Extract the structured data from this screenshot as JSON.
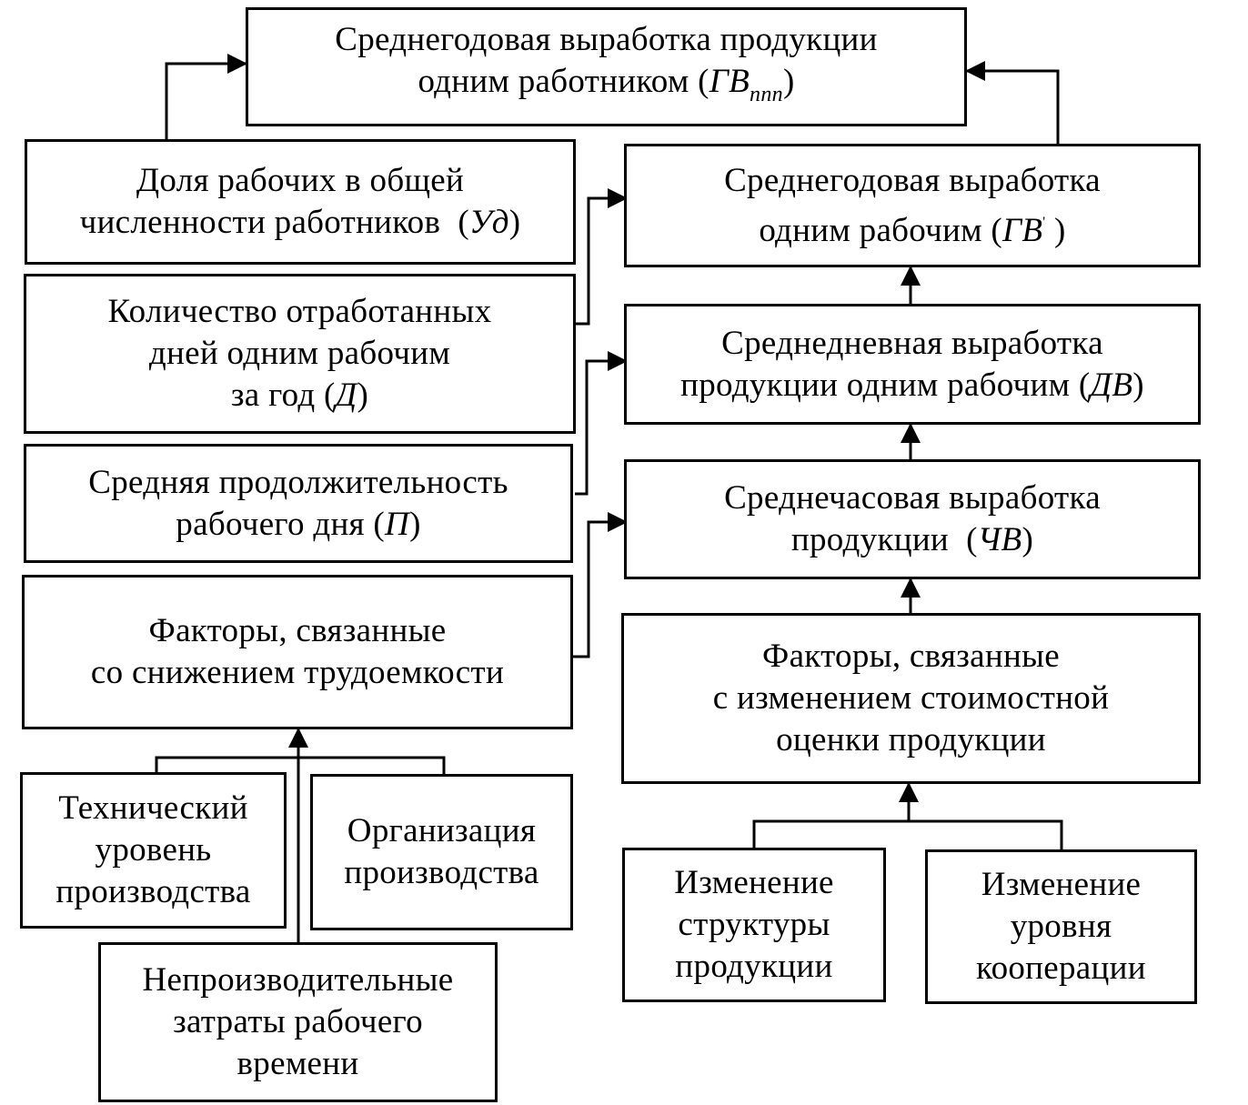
{
  "diagram": {
    "nodes": {
      "gv_ppp": {
        "lines": [
          "Среднегодовая выработка продукции",
          "одним работником"
        ],
        "symbol": "ГВ",
        "symbol_sub": "ппп"
      },
      "ud": {
        "lines": [
          "Доля рабочих в  общей",
          "численности работников"
        ],
        "symbol": "Уд"
      },
      "d": {
        "lines": [
          "Количество отработанных",
          "дней одним рабочим",
          "за год"
        ],
        "symbol": "Д"
      },
      "p": {
        "lines": [
          "Средняя продолжительность",
          "рабочего дня"
        ],
        "symbol": "П"
      },
      "labor_factors": {
        "lines": [
          "Факторы, связанные",
          "со  снижением трудоемкости"
        ]
      },
      "tech_level": {
        "lines": [
          "Технический",
          "уровень",
          "производства"
        ]
      },
      "org_production": {
        "lines": [
          "Организация",
          "производства"
        ]
      },
      "unproductive": {
        "lines": [
          "Непроизводительные",
          "затраты  рабочего",
          "времени"
        ]
      },
      "gv": {
        "lines": [
          "Среднегодовая выработка",
          "одним рабочим"
        ],
        "symbol": "ГВ",
        "symbol_sup": "'"
      },
      "dv": {
        "lines": [
          "Среднедневная выработка",
          "продукции  одним рабочим"
        ],
        "symbol": "ДВ"
      },
      "chv": {
        "lines": [
          "Среднечасовая выработка",
          "продукции"
        ],
        "symbol": "ЧВ"
      },
      "cost_factors": {
        "lines": [
          "Факторы, связанные",
          "с  изменением стоимостной",
          "оценки  продукции"
        ]
      },
      "structure_change": {
        "lines": [
          "Изменение",
          "структуры",
          "продукции"
        ]
      },
      "coop_change": {
        "lines": [
          "Изменение",
          "уровня",
          "кооперации"
        ]
      }
    },
    "edges": [
      {
        "from": "ud",
        "to": "gv_ppp"
      },
      {
        "from": "gv",
        "to": "gv_ppp"
      },
      {
        "from": "d",
        "to": "gv"
      },
      {
        "from": "dv",
        "to": "gv"
      },
      {
        "from": "p",
        "to": "dv"
      },
      {
        "from": "chv",
        "to": "dv"
      },
      {
        "from": "labor_factors",
        "to": "chv"
      },
      {
        "from": "cost_factors",
        "to": "chv"
      },
      {
        "from": "tech_level",
        "to": "labor_factors"
      },
      {
        "from": "org_production",
        "to": "labor_factors"
      },
      {
        "from": "unproductive",
        "to": "labor_factors"
      },
      {
        "from": "structure_change",
        "to": "cost_factors"
      },
      {
        "from": "coop_change",
        "to": "cost_factors"
      }
    ]
  }
}
